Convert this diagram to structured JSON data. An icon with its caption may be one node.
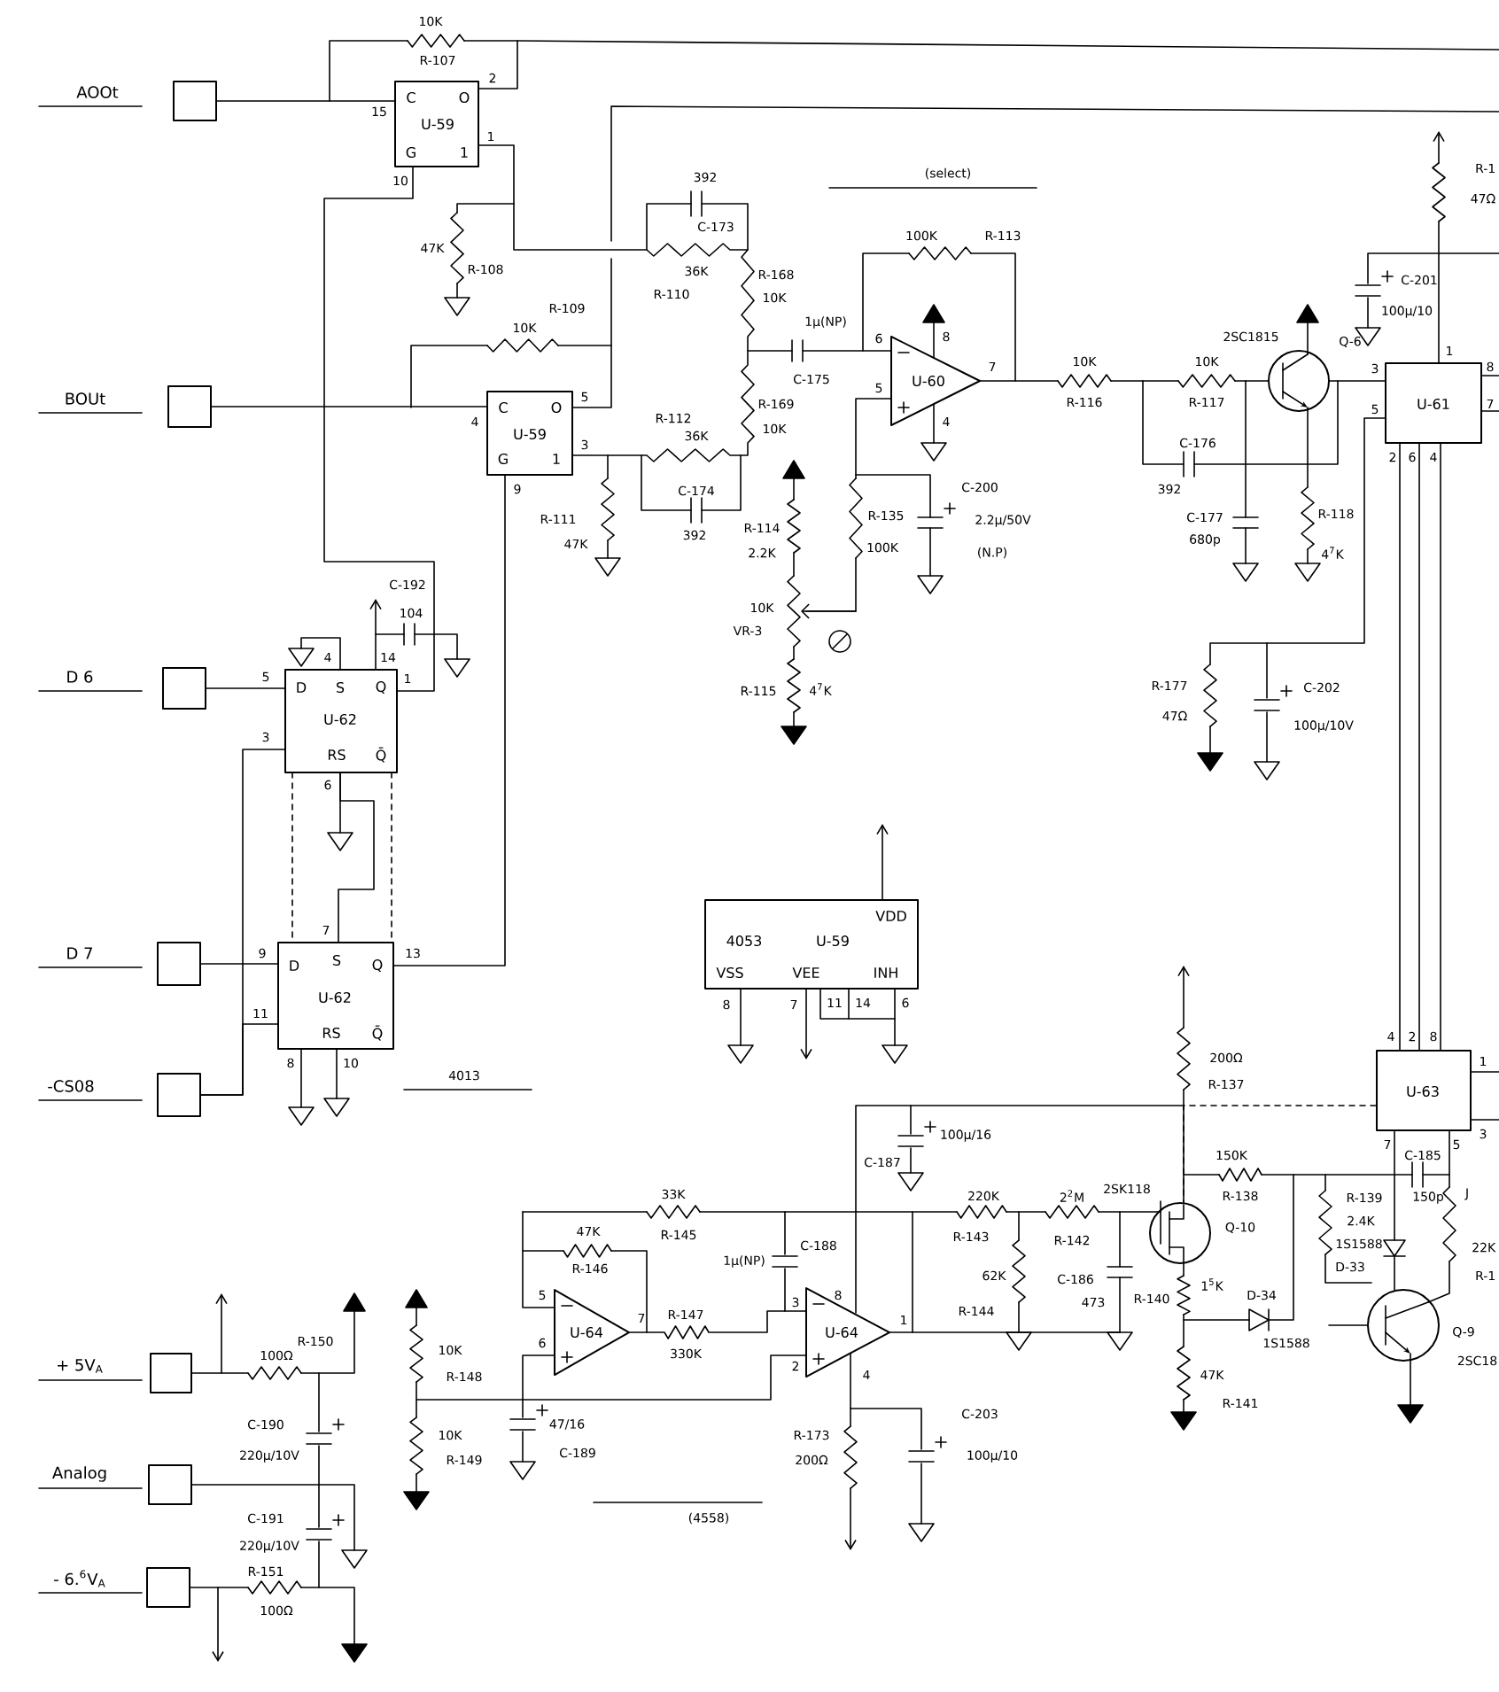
{
  "diagram": {
    "nodes": [
      {
        "text": [
          "AOOt"
        ]
      },
      {
        "text": [
          "BOUt"
        ]
      },
      {
        "text": [
          "D 6"
        ]
      },
      {
        "text": [
          "D 7"
        ]
      },
      {
        "text": [
          "-CS08"
        ]
      },
      {
        "text": [
          "+ 5V$_{A}$"
        ]
      },
      {
        "text": [
          "Analog"
        ]
      },
      {
        "text": [
          "- 6.$^{6}$V$_{A}$"
        ]
      },
      {
        "text": [
          "C",
          "O",
          "U-59",
          "G",
          "1"
        ],
        "beside": [
          "15",
          "2",
          "1",
          "10"
        ]
      },
      {
        "text": [
          "C",
          "O",
          "U-59",
          "G",
          "1"
        ],
        "beside": [
          "4",
          "5",
          "3",
          "9"
        ]
      },
      {
        "text": [
          "D",
          "S",
          "Q",
          "U-62",
          "RS",
          "Q̄"
        ],
        "beside": [
          "4",
          "14",
          "5",
          "1",
          "3",
          "6"
        ]
      },
      {
        "text": [
          "D",
          "S",
          "Q",
          "U-62",
          "RS",
          "Q̄"
        ],
        "beside": [
          "7",
          "9",
          "13",
          "11",
          "8",
          "10"
        ]
      },
      {
        "text": [
          "VDD",
          "4053",
          "U-59",
          "VSS",
          "VEE",
          "INH"
        ],
        "beside": [
          "8",
          "7",
          "11",
          "14",
          "6"
        ]
      },
      {
        "text": [
          "U-60"
        ],
        "beside": [
          "6",
          "5",
          "8",
          "7",
          "4"
        ]
      },
      {
        "text": [],
        "shape": "circle",
        "beside": [
          "2SC1815",
          "Q-6"
        ]
      },
      {
        "text": [
          "U-61"
        ],
        "beside": [
          "1",
          "3",
          "5",
          "2",
          "6",
          "4",
          "8",
          "7"
        ]
      },
      {
        "text": [
          "U-63"
        ],
        "beside": [
          "4",
          "2",
          "8",
          "1",
          "7",
          "5",
          "3"
        ]
      },
      {
        "text": [
          "U-64"
        ],
        "beside": [
          "5",
          "6",
          "7"
        ]
      },
      {
        "text": [
          "U-64"
        ],
        "beside": [
          "8",
          "3",
          "2",
          "1",
          "4"
        ]
      },
      {
        "text": [],
        "shape": "circle",
        "beside": [
          "2SK118",
          "Q-10"
        ]
      },
      {
        "text": [],
        "shape": "circle",
        "beside": [
          "Q-9",
          "2SC18"
        ]
      }
    ],
    "edges": [
      {
        "from": 0,
        "to": 8,
        "arrow": "none"
      },
      {
        "from": 1,
        "to": 9,
        "arrow": "none"
      },
      {
        "from": 2,
        "to": 10,
        "arrow": "none"
      },
      {
        "from": 3,
        "to": 11,
        "arrow": "none"
      },
      {
        "from": 4,
        "to": 10,
        "arrow": "none"
      },
      {
        "from": 4,
        "to": 11,
        "arrow": "none"
      },
      {
        "from": 11,
        "to": 9,
        "arrow": "none"
      },
      {
        "from": 8,
        "to": 10,
        "arrow": "none"
      },
      {
        "from": 10,
        "to": 11,
        "arrow": "none"
      },
      {
        "from": 14,
        "to": 15,
        "arrow": "none"
      },
      {
        "from": 15,
        "to": 16,
        "arrow": "none"
      },
      {
        "from": 15,
        "to": 16,
        "arrow": "none"
      },
      {
        "from": 15,
        "to": 16,
        "arrow": "none"
      },
      {
        "from": 8,
        "to": 9,
        "arrow": "none"
      },
      {
        "from": 17,
        "to": 18,
        "arrow": "none"
      },
      {
        "from": 17,
        "to": 18,
        "arrow": "none"
      },
      {
        "from": 16,
        "to": 19,
        "arrow": "none",
        "style": "dashed"
      },
      {
        "from": 18,
        "to": 19,
        "arrow": "none"
      }
    ],
    "labels": [
      "10K",
      "R-107",
      "(select)",
      "392",
      "C-173",
      "47K",
      "R-108",
      "36K",
      "R-110",
      "R-168",
      "10K",
      "1μ(NP)",
      "10K",
      "R-109",
      "100K",
      "R-113",
      "C-175",
      "R-169",
      "10K",
      "R-112",
      "36K",
      "C-174",
      "392",
      "R-111",
      "47K",
      "10K",
      "R-116",
      "10K",
      "R-117",
      "C-176",
      "392",
      "C-177",
      "680p",
      "R-118",
      "4$^{7}$K",
      "R-1",
      "47Ω",
      "C-201",
      "100μ/10",
      "C-200",
      "2.2μ/50V",
      "(N.P)",
      "R-114",
      "2.2K",
      "R-135",
      "100K",
      "10K",
      "VR-3",
      "R-115",
      "4$^{7}$K",
      "C-192",
      "104",
      "4013",
      "R-177",
      "47Ω",
      "C-202",
      "100μ/10V",
      "200Ω",
      "R-137",
      "100μ/16",
      "C-187",
      "33K",
      "R-145",
      "47K",
      "R-146",
      "1μ(NP)",
      "C-188",
      "220K",
      "R-143",
      "2$^{2}$M",
      "R-142",
      "150K",
      "R-138",
      "R-139",
      "2.4K",
      "1S1588",
      "D-33",
      "C-185",
      "150p",
      "J",
      "22K",
      "R-1",
      "62K",
      "R-144",
      "C-186",
      "473",
      "R-140",
      "1$^{5}$K",
      "D-34",
      "1S1588",
      "47K",
      "R-141",
      "R-147",
      "330K",
      "10K",
      "R-148",
      "10K",
      "R-149",
      "47/16",
      "C-189",
      "(4558)",
      "R-173",
      "200Ω",
      "C-203",
      "100μ/10",
      "R-150",
      "100Ω",
      "C-190",
      "220μ/10V",
      "C-191",
      "220μ/10V",
      "R-151",
      "100Ω"
    ]
  }
}
